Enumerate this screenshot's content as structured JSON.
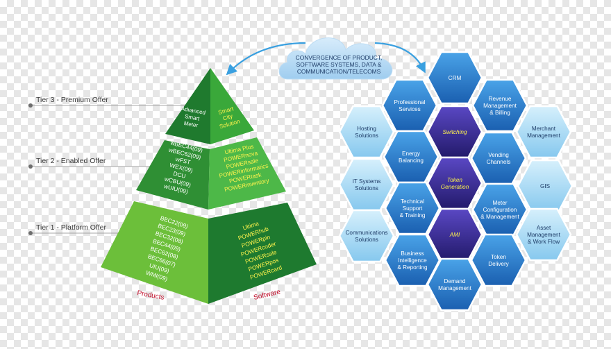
{
  "tiers": [
    {
      "label": "Tier 3 - Premium Offer"
    },
    {
      "label": "Tier 2 - Enabled Offer"
    },
    {
      "label": "Tier 1 - Platform Offer"
    }
  ],
  "pyramid": {
    "top_left": [
      "Advanced",
      "Smart",
      "Meter"
    ],
    "top_right": [
      "Smart",
      "City",
      "Solution"
    ],
    "mid_left": [
      "wBEC44(09)",
      "wBEC62(09)",
      "wFST",
      "WEX(09)",
      "DCU",
      "wCBU(09)",
      "wUIU(09)"
    ],
    "mid_right": [
      "Ultima Plus",
      "POWERnova",
      "POWERsale",
      "POWERinformatics",
      "POWERtask",
      "POWERinventory"
    ],
    "base_left": [
      "BEC22(09)",
      "BEC23(09)",
      "BEC32(08)",
      "BEC44(09)",
      "BEC62(08)",
      "BEC66(07)",
      "UIU(09)",
      "WMI(09)"
    ],
    "base_right": [
      "Ultima",
      "POWERhub",
      "POWERpin",
      "POWERcoder",
      "POWERsale",
      "POWERpos",
      "POWERcard"
    ],
    "products_label": "Products",
    "software_label": "Software"
  },
  "cloud": {
    "lines": [
      "CONVERGENCE OF PRODUCT,",
      "SOFTWARE SYSTEMS, DATA &",
      "COMMUNICATION/TELECOMS"
    ]
  },
  "hexes": [
    {
      "id": "crm",
      "lines": [
        "CRM"
      ],
      "style": "blue"
    },
    {
      "id": "professional-services",
      "lines": [
        "Professional",
        "Services"
      ],
      "style": "blue"
    },
    {
      "id": "revenue",
      "lines": [
        "Revenue",
        "Management",
        "& Billing"
      ],
      "style": "blue"
    },
    {
      "id": "hosting",
      "lines": [
        "Hosting",
        "Solutions"
      ],
      "style": "light"
    },
    {
      "id": "switching",
      "lines": [
        "Switching"
      ],
      "style": "purple"
    },
    {
      "id": "merchant",
      "lines": [
        "Merchant",
        "Management"
      ],
      "style": "light"
    },
    {
      "id": "energy-balancing",
      "lines": [
        "Energy",
        "Balancing"
      ],
      "style": "blue"
    },
    {
      "id": "vending-channels",
      "lines": [
        "Vending",
        "Channels"
      ],
      "style": "blue"
    },
    {
      "id": "it-systems",
      "lines": [
        "IT Systems",
        "Solutions"
      ],
      "style": "light"
    },
    {
      "id": "token-generation",
      "lines": [
        "Token",
        "Generation"
      ],
      "style": "purple"
    },
    {
      "id": "gis",
      "lines": [
        "GIS"
      ],
      "style": "light"
    },
    {
      "id": "technical-support",
      "lines": [
        "Technical",
        "Support",
        "& Training"
      ],
      "style": "blue"
    },
    {
      "id": "meter-config",
      "lines": [
        "Meter",
        "Configuration",
        "& Management"
      ],
      "style": "blue"
    },
    {
      "id": "communications",
      "lines": [
        "Communications",
        "Solutions"
      ],
      "style": "light"
    },
    {
      "id": "ami",
      "lines": [
        "AMI"
      ],
      "style": "purple"
    },
    {
      "id": "asset-management",
      "lines": [
        "Asset",
        "Management",
        "& Work Flow"
      ],
      "style": "light"
    },
    {
      "id": "business-intelligence",
      "lines": [
        "Business",
        "Intelligence",
        "& Reporting"
      ],
      "style": "blue"
    },
    {
      "id": "token-delivery",
      "lines": [
        "Token",
        "Delivery"
      ],
      "style": "blue"
    },
    {
      "id": "demand-management",
      "lines": [
        "Demand",
        "Management"
      ],
      "style": "blue"
    }
  ],
  "colors": {
    "pyramid_dark": "#1f7a2e",
    "pyramid_light": "#3fae3f",
    "hex_blue": "#2a7fd0",
    "hex_light": "#a9ddf7",
    "hex_purple": "#3b2c91",
    "arrow": "#3aa0e0"
  }
}
